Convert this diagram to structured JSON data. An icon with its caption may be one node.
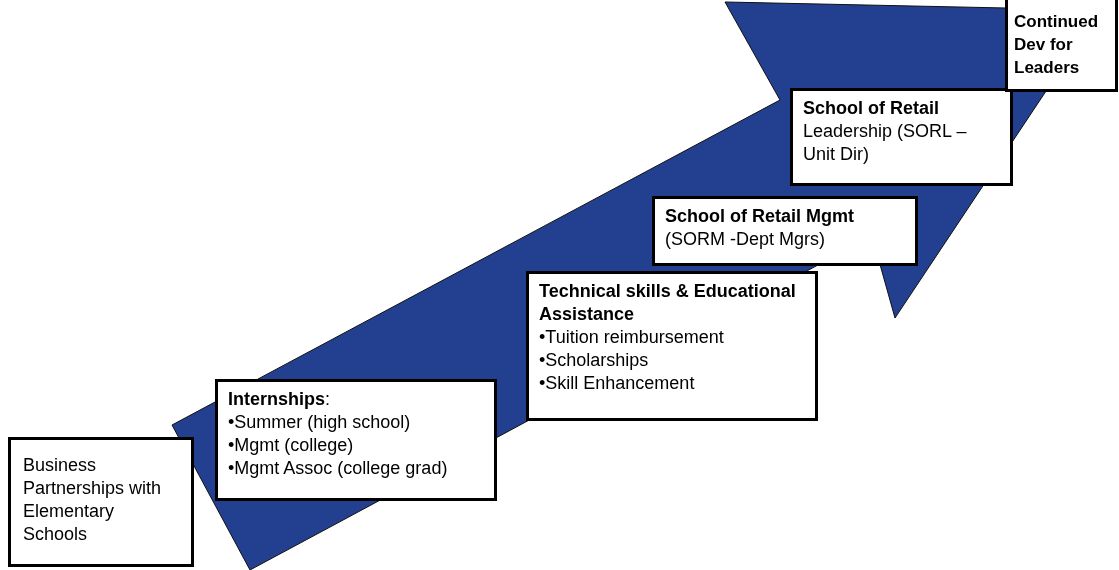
{
  "diagram": {
    "nodes": [
      {
        "text": [
          "Business Partnerships with Elementary Schools"
        ]
      },
      {
        "text": [
          "**Internships**:",
          "•Summer (high school)",
          "•Mgmt (college)",
          "•Mgmt Assoc (college grad)"
        ]
      },
      {
        "text": [
          "Technical skills & Educational Assistance",
          "•Tuition reimbursement",
          "•Scholarships",
          "•Skill Enhancement"
        ]
      },
      {
        "text": [
          "School of Retail Mgmt",
          "(SORM -Dept Mgrs)"
        ]
      },
      {
        "text": [
          "School of Retail",
          "Leadership (SORL – Unit Dir)"
        ]
      },
      {
        "text": [
          "Continued Dev for Leaders"
        ]
      }
    ]
  }
}
